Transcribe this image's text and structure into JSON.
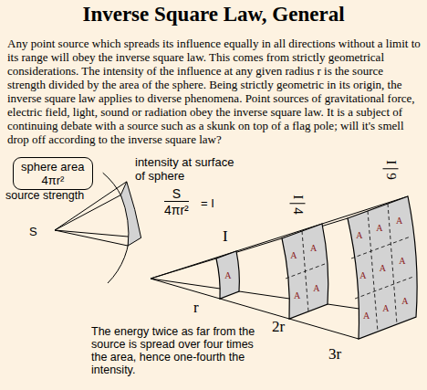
{
  "diagram": {
    "title": "Inverse Square Law, General",
    "caption": "The energy twice as far from the source is spread over four times the area, hence one-fourth the intensity.",
    "nodes": [
      {
        "text": [
          "sphere area",
          "4πr²"
        ]
      }
    ],
    "labels": [
      "Any point source which spreads its influence equally in all directions without a limit to its range will obey the inverse square law. This comes from strictly geometrical considerations. The intensity of the influence at any given radius r is the source strength divided by the area of the sphere. Being strictly geometric in its origin, the inverse square law applies to diverse phenomena. Point sources of gravitational force, electric field, light, sound or radiation obey the inverse square law. It is a subject of continuing debate with a source such as a skunk on top of a flag pole; will it's smell drop off according to the inverse square law?",
      "intensity at surface of sphere",
      "S",
      "4πr²",
      "= I",
      "source strength",
      "S",
      "I",
      "I",
      "4",
      "I",
      "9",
      "r",
      "2r",
      "3r",
      "A",
      "A",
      "A",
      "A",
      "A",
      "A",
      "A",
      "A",
      "A",
      "A",
      "A",
      "A",
      "A",
      "A"
    ]
  }
}
